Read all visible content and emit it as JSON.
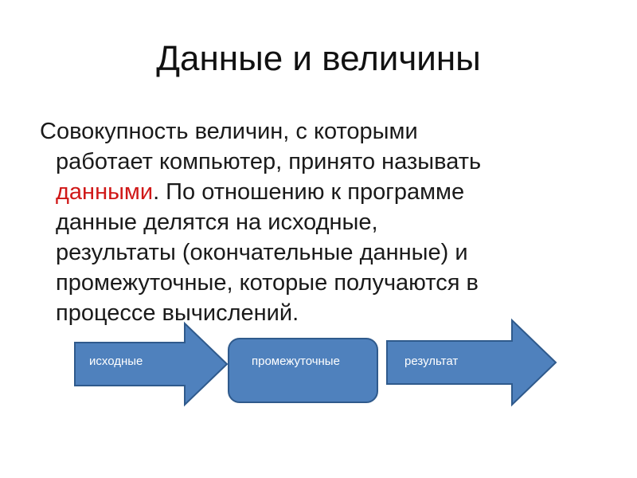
{
  "slide": {
    "title": "Данные и величины",
    "paragraph": {
      "line1": "Совокупность величин, с которыми",
      "line2": "работает компьютер, принято называть",
      "line3_highlight": "данными",
      "line3_rest": ". По отношению к программе",
      "line4": "данные делятся на исходные,",
      "line5": "результаты (окончательные данные) и",
      "line6": "промежуточные, которые получаются в",
      "line7": "процессе вычислений."
    }
  },
  "diagram": {
    "shapes": [
      {
        "label": "исходные",
        "shape": "arrow-right"
      },
      {
        "label": "промежуточные",
        "shape": "rounded-rectangle"
      },
      {
        "label": "результат",
        "shape": "arrow-right"
      }
    ],
    "colors": {
      "fill": "#4f81bd",
      "stroke": "#2f5a8c",
      "text": "#ffffff",
      "highlight_text": "#d01818"
    }
  }
}
